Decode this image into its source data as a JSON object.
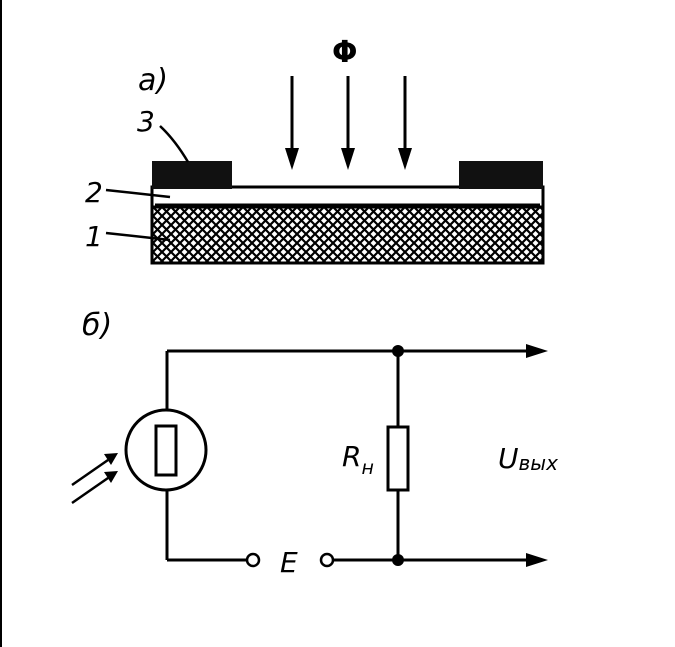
{
  "labels": {
    "part_a": "а)",
    "part_b": "б)",
    "flux": "Φ",
    "layer_1": "1",
    "layer_2": "2",
    "layer_3": "3",
    "load_resistor": "R",
    "load_resistor_sub": "н",
    "source": "E",
    "output_voltage": "U",
    "output_voltage_sub": "вых"
  },
  "colors": {
    "ink": "#000000",
    "paper": "#ffffff"
  }
}
